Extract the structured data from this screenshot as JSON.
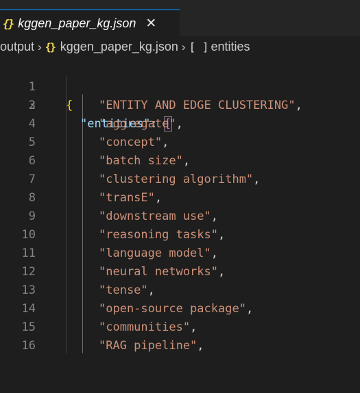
{
  "tab": {
    "icon": "{}",
    "label": "kggen_paper_kg.json",
    "close": "✕"
  },
  "breadcrumb": {
    "folder": "output",
    "separator": "›",
    "file_icon": "{}",
    "file": "kggen_paper_kg.json",
    "symbol_icon": "[ ]",
    "symbol": "entities"
  },
  "editor": {
    "open_brace": "{",
    "key": "\"entities\"",
    "colon": ": ",
    "open_bracket": "[",
    "line_numbers": [
      "1",
      "2",
      "3",
      "4",
      "5",
      "6",
      "7",
      "8",
      "9",
      "10",
      "11",
      "12",
      "13",
      "14",
      "15",
      "16"
    ],
    "entities": [
      "\"ENTITY AND EDGE CLUSTERING\"",
      "\"aggregate\"",
      "\"concept\"",
      "\"batch size\"",
      "\"clustering algorithm\"",
      "\"transE\"",
      "\"downstream use\"",
      "\"reasoning tasks\"",
      "\"language model\"",
      "\"neural networks\"",
      "\"tense\"",
      "\"open-source package\"",
      "\"communities\"",
      "\"RAG pipeline\""
    ],
    "comma": ","
  },
  "colors": {
    "background": "#1e1e1e",
    "tab_accent": "#0e639c",
    "json_icon": "#f1d84a",
    "brace": "#ffd700",
    "bracket": "#da70d6",
    "key": "#9cdcfe",
    "string": "#ce9178",
    "line_number": "#858585"
  }
}
